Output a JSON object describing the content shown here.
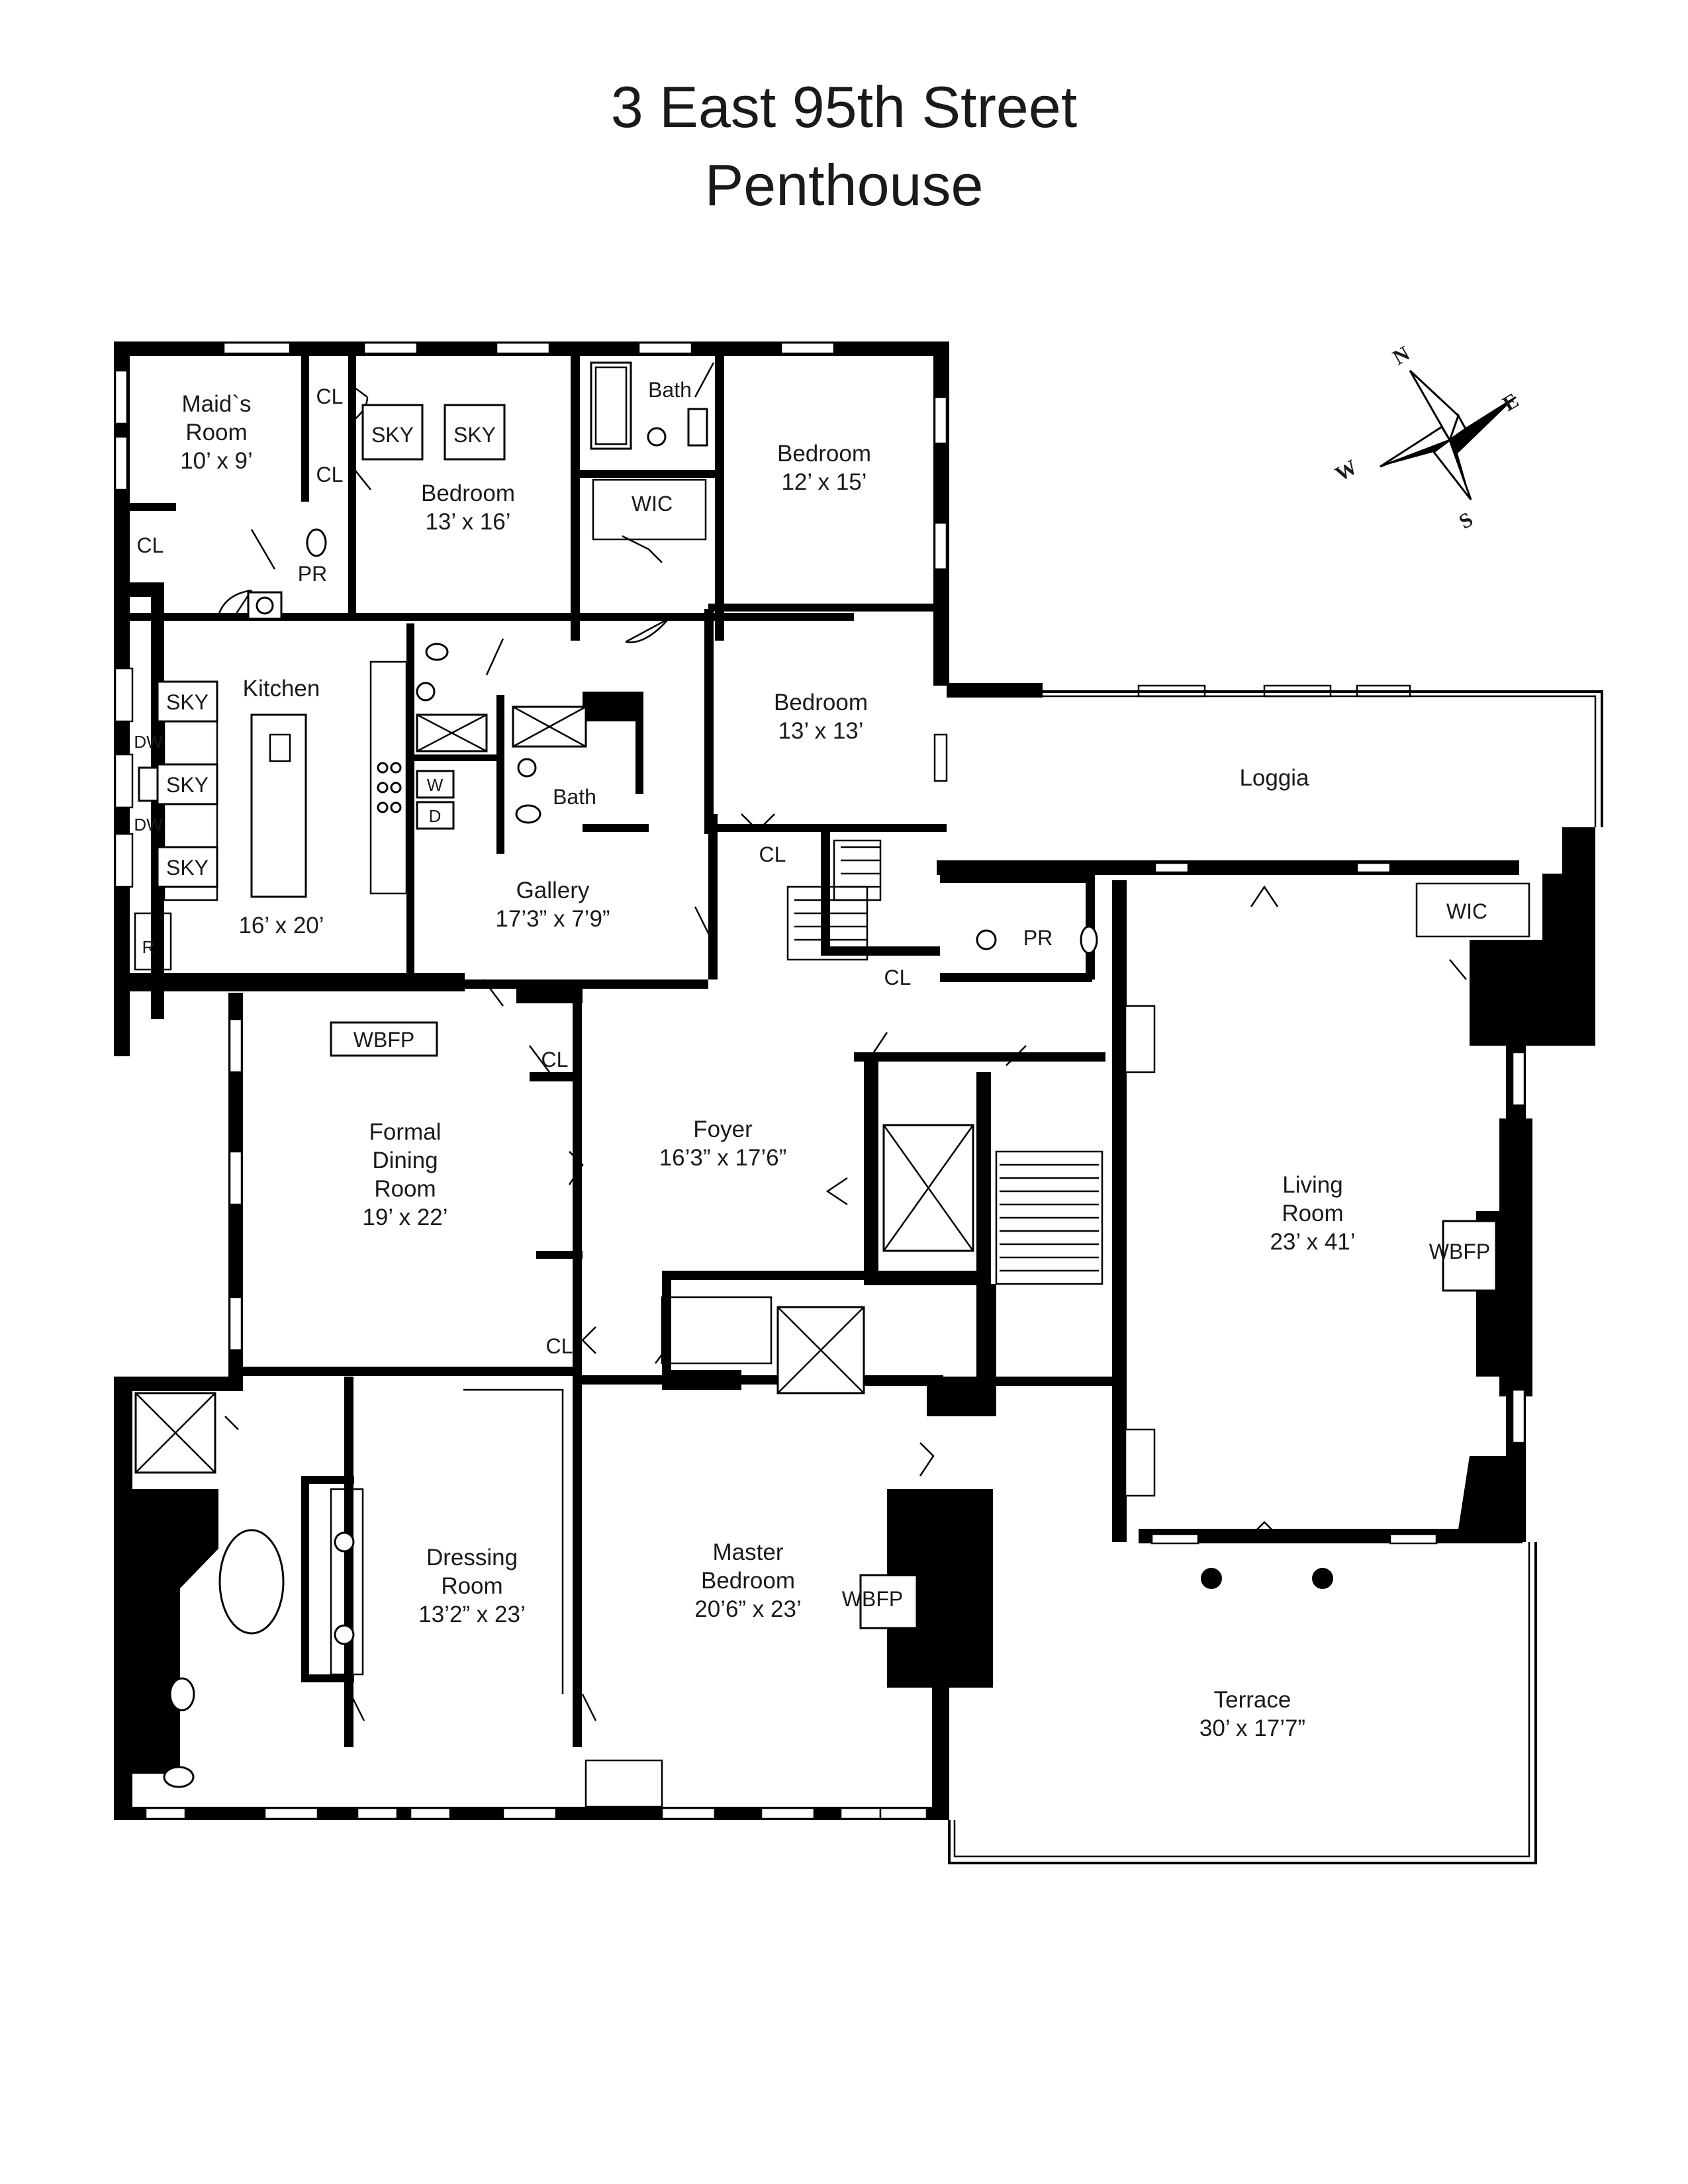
{
  "title": {
    "line1": "3 East 95th Street",
    "line2": "Penthouse"
  },
  "compass": {
    "n": "N",
    "e": "E",
    "s": "S",
    "w": "W"
  },
  "rooms": {
    "maids_room": {
      "name1": "Maid`s",
      "name2": "Room",
      "size": "10’ x 9’"
    },
    "bedroom_1": {
      "name": "Bedroom",
      "size": "13’ x 16’"
    },
    "bedroom_2": {
      "name": "Bedroom",
      "size": "12’ x 15’"
    },
    "bedroom_3": {
      "name": "Bedroom",
      "size": "13’ x 13’"
    },
    "kitchen": {
      "name": "Kitchen",
      "size": "16’ x 20’"
    },
    "gallery": {
      "name": "Gallery",
      "size": "17’3” x 7’9”"
    },
    "loggia": {
      "name": "Loggia"
    },
    "formal_dining": {
      "name1": "Formal",
      "name2": "Dining",
      "name3": "Room",
      "size": "19’ x 22’"
    },
    "foyer": {
      "name": "Foyer",
      "size": "16’3” x 17’6”"
    },
    "living_room": {
      "name1": "Living",
      "name2": "Room",
      "size": "23’ x 41’"
    },
    "dressing_room": {
      "name1": "Dressing",
      "name2": "Room",
      "size": "13’2” x 23’"
    },
    "master_bedroom": {
      "name1": "Master",
      "name2": "Bedroom",
      "size": "20’6” x 23’"
    },
    "terrace": {
      "name": "Terrace",
      "size": "30’ x 17’7”"
    }
  },
  "labels": {
    "cl": "CL",
    "sky": "SKY",
    "pr": "PR",
    "bath": "Bath",
    "wic": "WIC",
    "wbfp": "WBFP",
    "dw": "DW",
    "w": "W",
    "d": "D",
    "r": "R"
  }
}
